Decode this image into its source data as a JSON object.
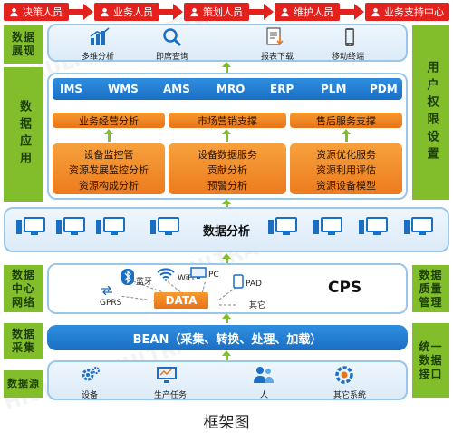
{
  "roles": [
    {
      "label": "决策人员"
    },
    {
      "label": "业务人员"
    },
    {
      "label": "策划人员"
    },
    {
      "label": "维护人员"
    },
    {
      "label": "业务支持中心"
    }
  ],
  "left_labels": {
    "display": "数据展现",
    "application": "数据应用",
    "datacenter": "数据中心网络",
    "collection": "数据采集",
    "source": "数据源"
  },
  "right_labels": {
    "permissions": "用户权限设置",
    "quality": "数据质量管理",
    "interface": "统一数据接口"
  },
  "display_items": [
    {
      "label": "多维分析",
      "icon": "bar-chart-icon"
    },
    {
      "label": "即席查询",
      "icon": "magnifier-icon"
    },
    {
      "label": "报表下载",
      "icon": "document-download-icon"
    },
    {
      "label": "移动终端",
      "icon": "mobile-icon"
    }
  ],
  "systems": [
    "IMS",
    "WMS",
    "AMS",
    "MRO",
    "ERP",
    "PLM",
    "PDM"
  ],
  "business_headers": [
    "业务经营分析",
    "市场营销支撑",
    "售后服务支撑"
  ],
  "business_columns": [
    [
      "设备监控管",
      "资源发展监控分析",
      "资源构成分析"
    ],
    [
      "设备数据服务",
      "贡献分析",
      "预警分析"
    ],
    [
      "资源优化服务",
      "资源利用评估",
      "资源设备模型"
    ]
  ],
  "analysis_title": "数据分析",
  "network": {
    "center": "DATA",
    "title": "CPS",
    "nodes": [
      {
        "label": "蓝牙",
        "icon": "bluetooth-icon"
      },
      {
        "label": "WiFi",
        "icon": "wifi-icon"
      },
      {
        "label": "PC",
        "icon": "monitor-icon"
      },
      {
        "label": "PAD",
        "icon": "tablet-icon"
      },
      {
        "label": "GPRS",
        "icon": "signal-icon"
      },
      {
        "label": "其它",
        "icon": "other-icon"
      }
    ]
  },
  "bean_label": "BEAN（采集、转换、处理、加载）",
  "sources": [
    {
      "label": "设备",
      "icon": "gears-icon"
    },
    {
      "label": "生产任务",
      "icon": "task-screen-icon"
    },
    {
      "label": "人",
      "icon": "people-icon"
    },
    {
      "label": "其它系统",
      "icon": "system-gear-icon"
    }
  ],
  "caption": "框架图",
  "colors": {
    "red": "#e3211d",
    "green": "#82bd2c",
    "blue": "#1a6fc4",
    "orange": "#ec7b1e"
  }
}
